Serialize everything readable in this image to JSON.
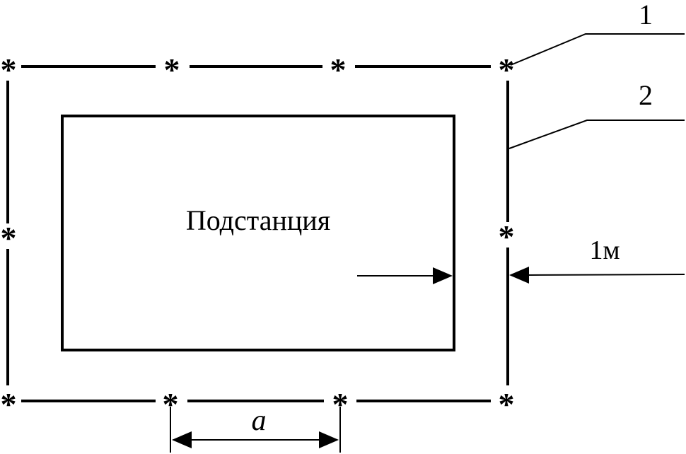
{
  "labels": {
    "substation": "Подстанция",
    "callout_1": "1",
    "callout_2": "2",
    "distance": "1м",
    "spacing": "a"
  },
  "icons": {
    "electrode": "asterisk-icon"
  }
}
